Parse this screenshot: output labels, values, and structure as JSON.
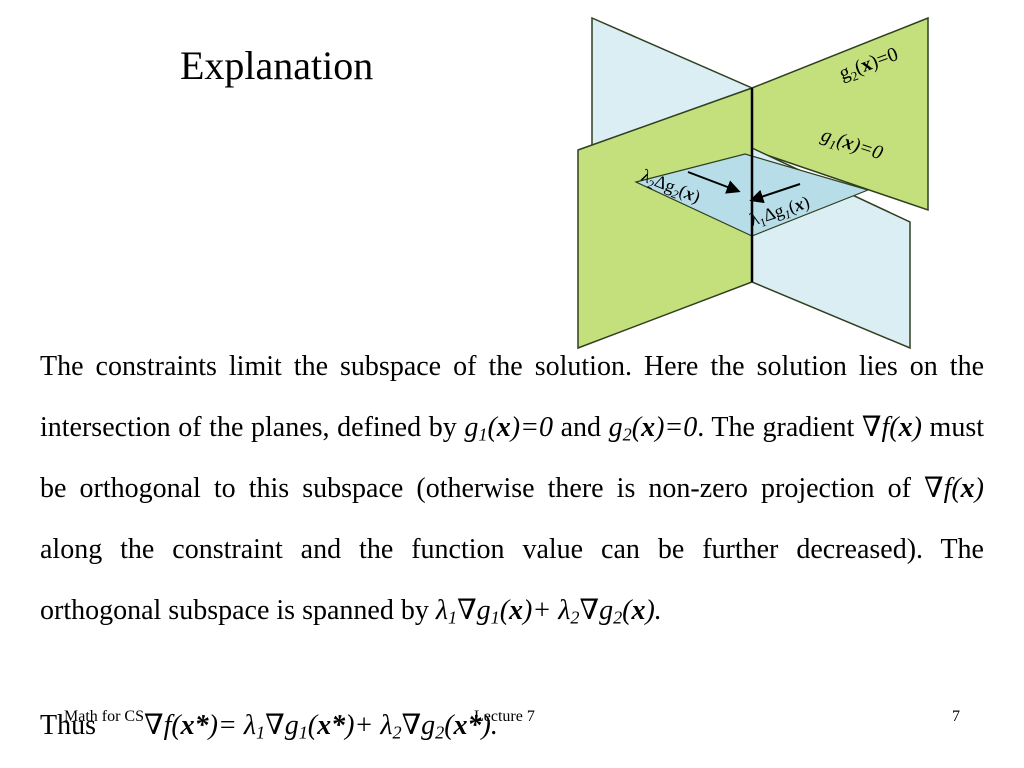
{
  "slide": {
    "title": "Explanation",
    "labels": {
      "g2_plane": {
        "g": "g",
        "sub": "2",
        "open": "(",
        "x": "x",
        "close": ")=0"
      },
      "g1_plane": {
        "g": "g",
        "sub": "1",
        "open": "(",
        "x": "x",
        "close": ")=0"
      },
      "lambda2_grad": {
        "l": "λ",
        "lsub": "2",
        "d": "∆g",
        "dsub": "2",
        "open": "(",
        "x": "x",
        "close": ")"
      },
      "lambda1_grad": {
        "l": "λ",
        "lsub": "1",
        "d": "∆g",
        "dsub": "1",
        "open": "(",
        "x": "x",
        "close": ")"
      }
    },
    "paragraph": {
      "t1": "The constraints limit the subspace of the solution. Here the solution lies on the intersection of the planes, defined by ",
      "g1_g": "g",
      "g1_sub": "1",
      "g1_open": "(",
      "g1_x": "x",
      "g1_close": ")=0",
      "t2": " and ",
      "g2_g": "g",
      "g2_sub": "2",
      "g2_open": "(",
      "g2_x": "x",
      "g2_close": ")=0",
      "t3": ". The gradient ",
      "grad1_nabla": "∇",
      "grad1_f": "f(",
      "grad1_x": "x",
      "grad1_close": ")",
      "t4": " must be orthogonal to this subspace (otherwise there is non-zero projection of ",
      "grad2_nabla": "∇",
      "grad2_f": "f(",
      "grad2_x": "x",
      "grad2_close": ")",
      "t5": " along the constraint and the function value can be further decreased). The orthogonal subspace is spanned by ",
      "s_l1": "λ",
      "s_l1sub": "1",
      "s_n1": "∇",
      "s_g1": "g",
      "s_g1sub": "1",
      "s_open1": "(",
      "s_x1": "x",
      "s_plus": ")+ ",
      "s_l2": "λ",
      "s_l2sub": "2",
      "s_n2": "∇",
      "s_g2": "g",
      "s_g2sub": "2",
      "s_open2": "(",
      "s_x2": "x",
      "s_end": ")."
    },
    "thus": {
      "word": "Thus",
      "nabla": "∇",
      "f": "f(",
      "x": "x*",
      "eq": ")= ",
      "l1": "λ",
      "l1sub": "1",
      "n1": "∇",
      "g1": "g",
      "g1sub": "1",
      "open1": "(",
      "x1": "x*",
      "plus": ")+ ",
      "l2": "λ",
      "l2sub": "2",
      "n2": "∇",
      "g2": "g",
      "g2sub": "2",
      "open2": "(",
      "x2": "x*",
      "end": ")."
    }
  },
  "footer": {
    "left": "Math for CS",
    "middle": "Lecture 7",
    "page": "7"
  },
  "colors": {
    "blue_plane": "#daeef3",
    "green_plane": "#c3e07d",
    "intersection": "#b7dde8",
    "outline": "#2f3f1f"
  }
}
